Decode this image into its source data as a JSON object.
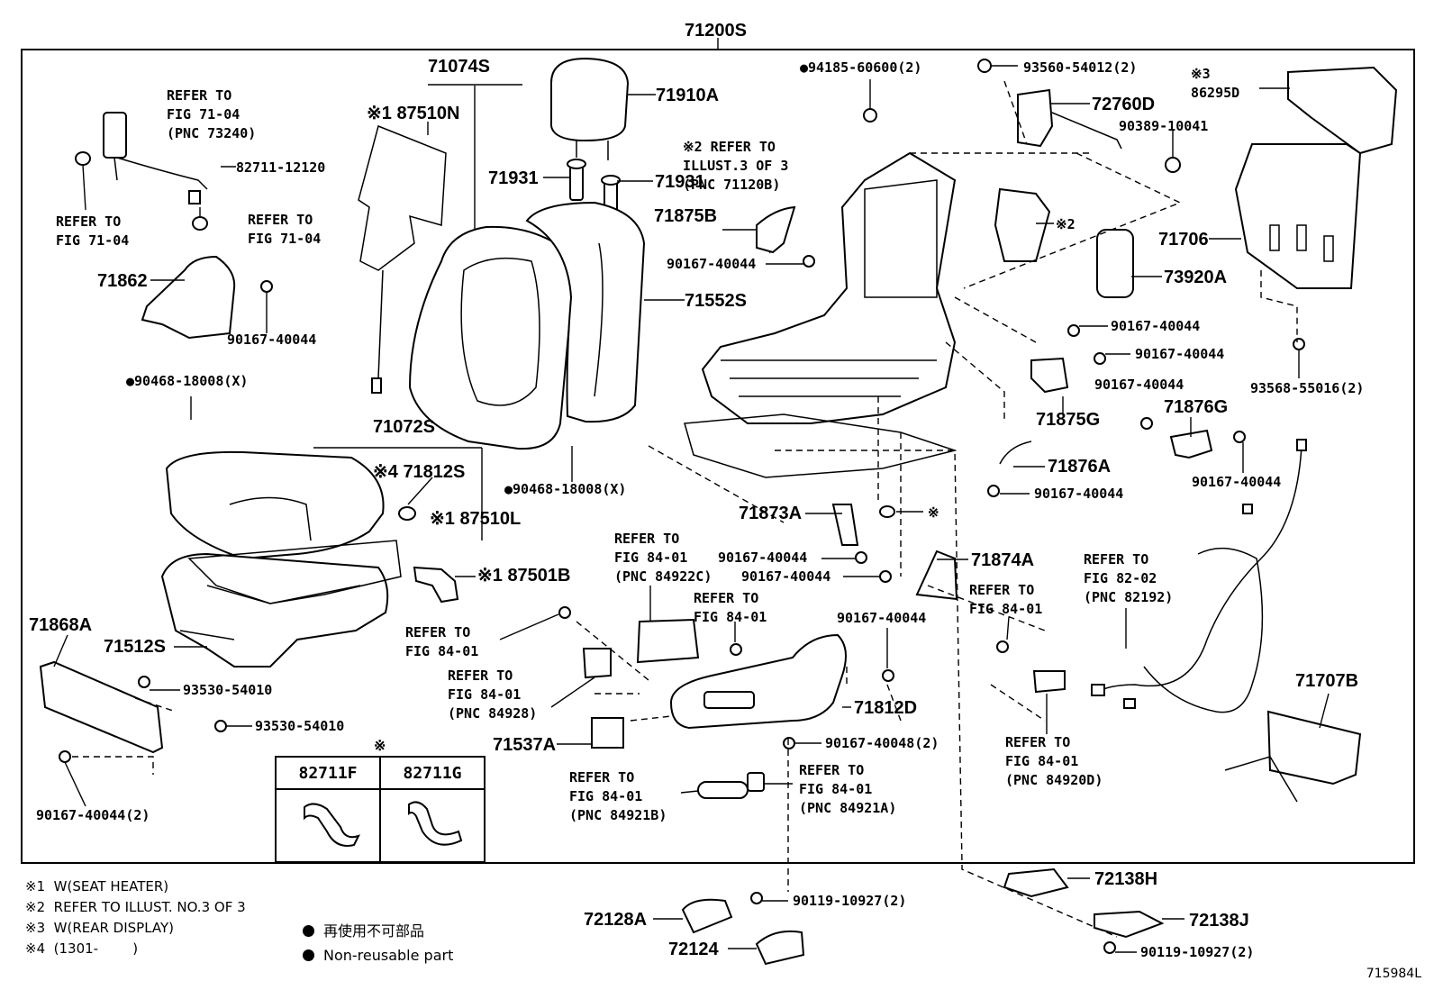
{
  "diagram": {
    "main_assembly": "71200S",
    "drawing_code": "715984L",
    "labels": {
      "p71074S": "71074S",
      "p87510N": "※1 87510N",
      "p71910A": "71910A",
      "p94185": "●94185-60600(2)",
      "p93560": "93560-54012(2)",
      "p86295D": "※3\n86295D",
      "p72760D": "72760D",
      "p90389": "90389-10041",
      "refer7104a": "REFER TO\nFIG 71-04\n(PNC 73240)",
      "p82711_12120": "82711-12120",
      "refer7104b": "REFER TO\nFIG 71-04",
      "refer7104c": "REFER TO\nFIG 71-04",
      "p71931a": "71931",
      "p71931b": "71931",
      "refer_ill3": "※2 REFER TO\nILLUST.3 OF 3\n(PNC 71120B)",
      "p71875B": "71875B",
      "x2": "※2",
      "p71706": "71706",
      "p71862": "71862",
      "p90167_a": "90167-40044",
      "p90167_b": "90167-40044",
      "p71552S": "71552S",
      "p73920A": "73920A",
      "p90167_c": "90167-40044",
      "p90167_d": "90167-40044",
      "p90468_a": "●90468-18008(X)",
      "p90167_e": "90167-40044",
      "p93568": "93568-55016(2)",
      "p71875G": "71875G",
      "p71876G": "71876G",
      "p71072S": "71072S",
      "p71812S": "※4 71812S",
      "p87510L": "※1 87510L",
      "p90468_b": "●90468-18008(X)",
      "p71876A": "71876A",
      "p90167_f": "90167-40044",
      "p90167_g": "90167-40044",
      "p71873A": "71873A",
      "x_mark": "※",
      "refer8401_84922C": "REFER TO\nFIG 84-01\n(PNC 84922C)",
      "p90167_h": "90167-40044",
      "p90167_i": "90167-40044",
      "p71874A": "71874A",
      "p87501B": "※1 87501B",
      "refer8202": "REFER TO\nFIG 82-02\n(PNC 82192)",
      "refer8401_a": "REFER TO\nFIG 84-01",
      "refer8401_b": "REFER TO\nFIG 84-01",
      "p71868A": "71868A",
      "refer8401_c": "REFER TO\nFIG 84-01",
      "p90167_j": "90167-40044",
      "p71512S": "71512S",
      "refer8401_84928": "REFER TO\nFIG 84-01\n(PNC 84928)",
      "p93530_a": "93530-54010",
      "p71812D": "71812D",
      "p71707B": "71707B",
      "p93530_b": "93530-54010",
      "p71537A": "71537A",
      "p90167_48": "90167-40048(2)",
      "refer8401_84920D": "REFER TO\nFIG 84-01\n(PNC 84920D)",
      "refer8401_84921B": "REFER TO\nFIG 84-01\n(PNC 84921B)",
      "refer8401_84921A": "REFER TO\nFIG 84-01\n(PNC 84921A)",
      "p90167_2": "90167-40044(2)",
      "p72138H": "72138H",
      "p72128A": "72128A",
      "p90119_a": "90119-10927(2)",
      "p72138J": "72138J",
      "p72124": "72124",
      "p90119_b": "90119-10927(2)"
    },
    "variant_table": {
      "mark": "※",
      "columns": [
        "82711F",
        "82711G"
      ]
    }
  },
  "notes": [
    "※1  W(SEAT HEATER)",
    "※2  REFER TO ILLUST. NO.3 OF 3",
    "※3  W(REAR DISPLAY)",
    "※4  (1301-        )"
  ],
  "legend": {
    "reusable_jp": "再使用不可部品",
    "non_reusable_en": "Non-reusable part"
  }
}
